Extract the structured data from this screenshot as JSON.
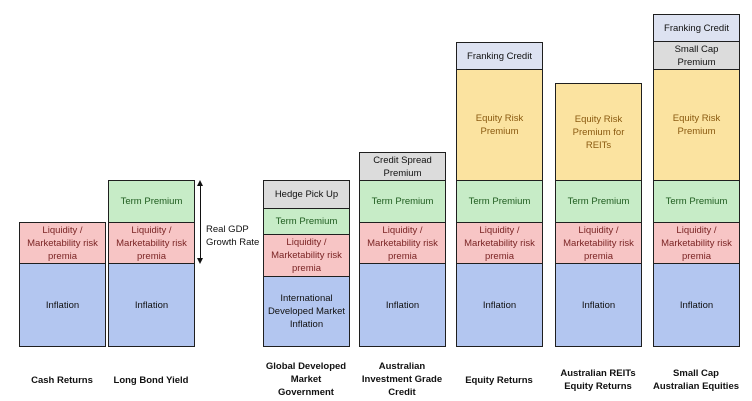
{
  "columns": [
    {
      "label": "Cash Returns",
      "blocks": [
        {
          "kind": "liquidity",
          "text": "Liquidity /\nMarketability risk\npremia"
        },
        {
          "kind": "inflation",
          "text": "Inflation"
        }
      ]
    },
    {
      "label": "Long Bond Yield",
      "blocks": [
        {
          "kind": "term",
          "text": "Term Premium"
        },
        {
          "kind": "liquidity",
          "text": "Liquidity /\nMarketability risk\npremia"
        },
        {
          "kind": "inflation",
          "text": "Inflation"
        }
      ]
    },
    {
      "label": "Global Developed\nMarket\nGovernment",
      "blocks": [
        {
          "kind": "grey",
          "text": "Hedge Pick Up"
        },
        {
          "kind": "term",
          "text": "Term Premium"
        },
        {
          "kind": "liquidity",
          "text": "Liquidity /\nMarketability risk\npremia"
        },
        {
          "kind": "inflation",
          "text": "International\nDeveloped Market\nInflation"
        }
      ]
    },
    {
      "label": "Australian\nInvestment Grade\nCredit",
      "blocks": [
        {
          "kind": "grey",
          "text": "Credit Spread\nPremium"
        },
        {
          "kind": "term",
          "text": "Term Premium"
        },
        {
          "kind": "liquidity",
          "text": "Liquidity /\nMarketability risk\npremia"
        },
        {
          "kind": "inflation",
          "text": "Inflation"
        }
      ]
    },
    {
      "label": "Equity Returns",
      "blocks": [
        {
          "kind": "lavender",
          "text": "Franking Credit"
        },
        {
          "kind": "equity",
          "text": "Equity Risk\nPremium"
        },
        {
          "kind": "term",
          "text": "Term Premium"
        },
        {
          "kind": "liquidity",
          "text": "Liquidity /\nMarketability risk\npremia"
        },
        {
          "kind": "inflation",
          "text": "Inflation"
        }
      ]
    },
    {
      "label": "Australian REITs\nEquity Returns",
      "blocks": [
        {
          "kind": "equity",
          "text": "Equity Risk\nPremium for REITs"
        },
        {
          "kind": "term",
          "text": "Term Premium"
        },
        {
          "kind": "liquidity",
          "text": "Liquidity /\nMarketability risk\npremia"
        },
        {
          "kind": "inflation",
          "text": "Inflation"
        }
      ]
    },
    {
      "label": "Small Cap\nAustralian Equities",
      "blocks": [
        {
          "kind": "lavender",
          "text": "Franking Credit"
        },
        {
          "kind": "grey",
          "text": "Small Cap Premium"
        },
        {
          "kind": "equity",
          "text": "Equity Risk\nPremium"
        },
        {
          "kind": "term",
          "text": "Term Premium"
        },
        {
          "kind": "liquidity",
          "text": "Liquidity /\nMarketability risk\npremia"
        },
        {
          "kind": "inflation",
          "text": "Inflation"
        }
      ]
    }
  ],
  "annotation": {
    "text": "Real GDP\nGrowth Rate"
  }
}
